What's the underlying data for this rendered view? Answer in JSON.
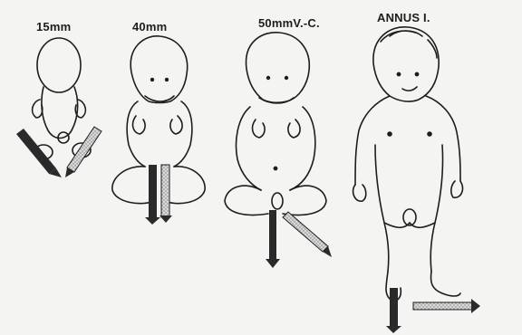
{
  "labels": {
    "stage1": "15mm",
    "stage2": "40mm",
    "stage3": "50mmV.-C.",
    "stage4": "ANNUS I."
  },
  "colors": {
    "ink": "#1d1d1d",
    "background": "#f4f4f2",
    "dark_bar": "#2a2a2a",
    "light_bar": "#bdbdbd"
  }
}
